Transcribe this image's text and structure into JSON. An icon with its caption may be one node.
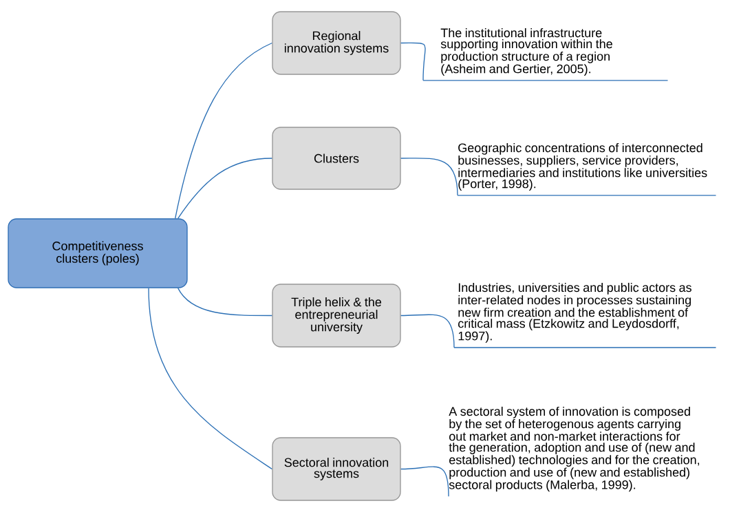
{
  "diagram": {
    "nodes": [
      {
        "text": [
          "Competitiveness clusters (poles)"
        ]
      },
      {
        "text": [
          "Regional innovation systems"
        ]
      },
      {
        "text": [
          "Clusters"
        ]
      },
      {
        "text": [
          "Triple helix & the entrepreneurial university"
        ]
      },
      {
        "text": [
          "Sectoral innovation systems"
        ]
      },
      {
        "text": [
          "The institutional infrastructure supporting innovation within the production structure of a region (Asheim and Gertier, 2005)."
        ]
      },
      {
        "text": [
          "Geographic concentrations of interconnected businesses, suppliers, service providers, intermediaries and institutions like universities (Porter, 1998)."
        ]
      },
      {
        "text": [
          "Industries, universities and public actors as inter-related nodes in processes sustaining new firm creation and the establishment of critical mass (Etzkowitz and Leydosdorff, 1997)."
        ]
      },
      {
        "text": [
          "A sectoral system of innovation is composed by the set of heterogenous agents carrying out market and non-market interactions for the generation, adoption and use of (new and established) technologies and for the creation, production and use of (new and established) sectoral products (Malerba, 1999)."
        ]
      }
    ],
    "edges": [
      {
        "from": 0,
        "to": 1,
        "arrow": "none"
      },
      {
        "from": 0,
        "to": 2,
        "arrow": "none"
      },
      {
        "from": 0,
        "to": 3,
        "arrow": "none"
      },
      {
        "from": 0,
        "to": 4,
        "arrow": "none"
      },
      {
        "from": 1,
        "to": 5,
        "arrow": "none"
      },
      {
        "from": 2,
        "to": 6,
        "arrow": "none"
      },
      {
        "from": 3,
        "to": 7,
        "arrow": "none"
      },
      {
        "from": 4,
        "to": 8,
        "arrow": "none"
      }
    ]
  }
}
